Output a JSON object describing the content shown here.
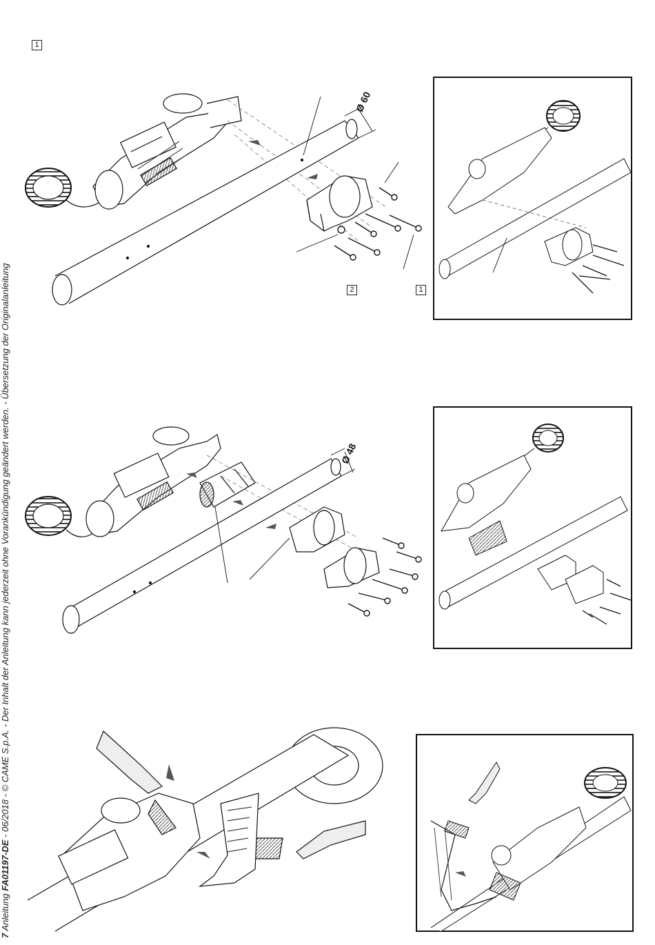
{
  "callouts": {
    "top_callout": "1",
    "label_2": "2",
    "label_1": "1"
  },
  "dimensions": {
    "d60": "Ø 60",
    "d48": "Ø 48"
  },
  "footer": {
    "page": "7",
    "prefix": "Anleitung",
    "code": "FA01197-DE",
    "rest": "- 06/2018 - © CAME S.p.A. - Der Inhalt der Anleitung kann jederzeit ohne Vorankündigung geändert werden. - Übersetzung der Originalanleitung"
  }
}
